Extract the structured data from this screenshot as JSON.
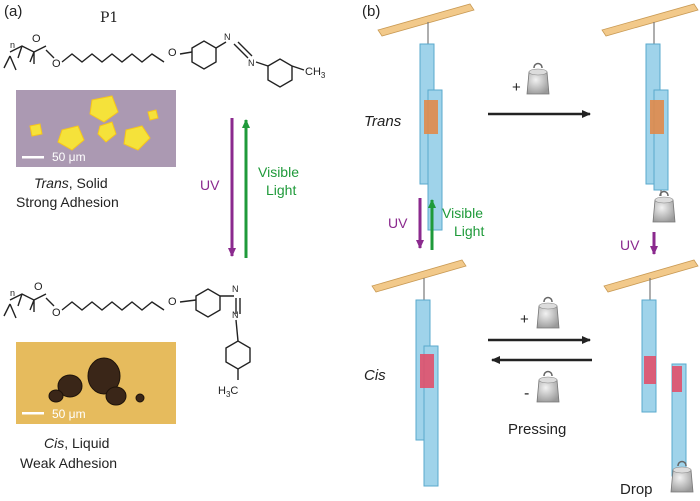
{
  "panel_a": {
    "label": "(a)",
    "polymer_name": "P1",
    "methyl_group": "CH",
    "methyl_sub": "3",
    "methyl_cis_prefix": "H",
    "methyl_cis_sub": "3",
    "methyl_cis_suffix": "C",
    "trans_micrograph": {
      "scale_bar": "50 μm",
      "tint": "#b4a2b8",
      "crystal_color": "#f5e23a"
    },
    "trans_caption_state": "Trans",
    "trans_caption_phase": ", Solid",
    "trans_caption_adhesion": "Strong Adhesion",
    "cis_micrograph": {
      "scale_bar": "50 μm",
      "tint": "#e0b050",
      "droplet_color": "#3a2618"
    },
    "cis_caption_state": "Cis",
    "cis_caption_phase": ", Liquid",
    "cis_caption_adhesion": "Weak Adhesion",
    "uv_label": "UV",
    "visible_label_1": "Visible",
    "visible_label_2": "Light"
  },
  "panel_b": {
    "label": "(b)",
    "trans_label": "Trans",
    "cis_label": "Cis",
    "uv_label": "UV",
    "uv_label_right": "UV",
    "visible_label_1": "Visible",
    "visible_label_2": "Light",
    "add_weight_sign": "+",
    "add_weight_sign_2": "+",
    "remove_weight_sign": "-",
    "pressing_label": "Pressing",
    "drop_label": "Drop"
  },
  "colors": {
    "uv": "#8b2a8e",
    "visible": "#1f9a3a",
    "glass": "#9fd3ea",
    "glass_edge": "#5aa9cc",
    "trans_layer": "#e08a4a",
    "cis_layer": "#e0506c",
    "beam": "#f2c98a"
  }
}
